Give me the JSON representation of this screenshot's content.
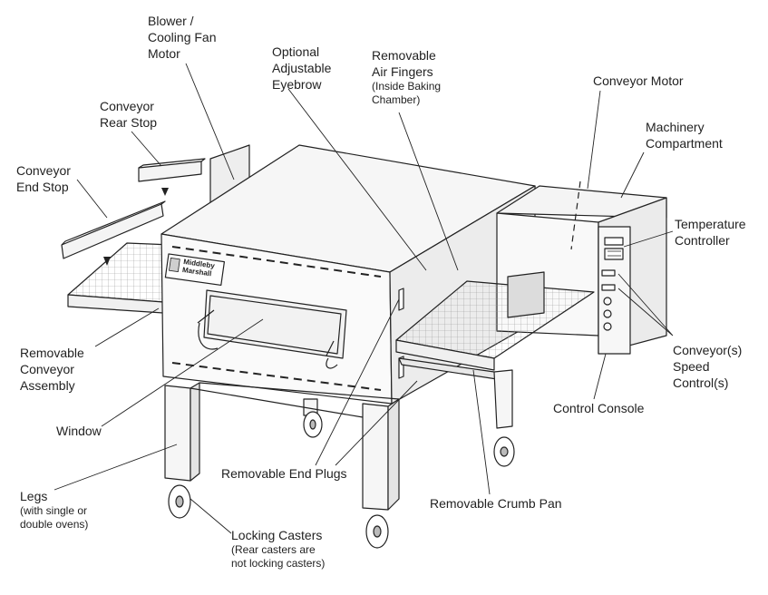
{
  "labels": {
    "blower": [
      "Blower /",
      "Cooling Fan",
      "Motor"
    ],
    "rear_stop": [
      "Conveyor",
      "Rear Stop"
    ],
    "end_stop": [
      "Conveyor",
      "End Stop"
    ],
    "eyebrow": [
      "Optional",
      "Adjustable",
      "Eyebrow"
    ],
    "air_fingers": [
      "Removable",
      "Air Fingers"
    ],
    "air_fingers_note": [
      "(Inside Baking",
      "Chamber)"
    ],
    "conveyor_motor": "Conveyor Motor",
    "machinery": [
      "Machinery",
      "Compartment"
    ],
    "temperature": [
      "Temperature",
      "Controller"
    ],
    "speed": [
      "Conveyor(s)",
      "Speed",
      "Control(s)"
    ],
    "control_console": "Control Console",
    "conveyor_assembly": [
      "Removable",
      "Conveyor",
      "Assembly"
    ],
    "window": "Window",
    "legs": "Legs",
    "legs_note": [
      "(with single or",
      "double ovens)"
    ],
    "end_plugs": "Removable End Plugs",
    "crumb_pan": "Removable Crumb Pan",
    "casters": "Locking Casters",
    "casters_note": [
      "(Rear casters are",
      "not locking casters)"
    ],
    "brand": [
      "Middleby",
      "Marshall"
    ]
  },
  "colors": {
    "line": "#222222",
    "panel": "#f4f4f4",
    "shade": "#e2e2e2",
    "mesh": "#9a9a9a"
  }
}
